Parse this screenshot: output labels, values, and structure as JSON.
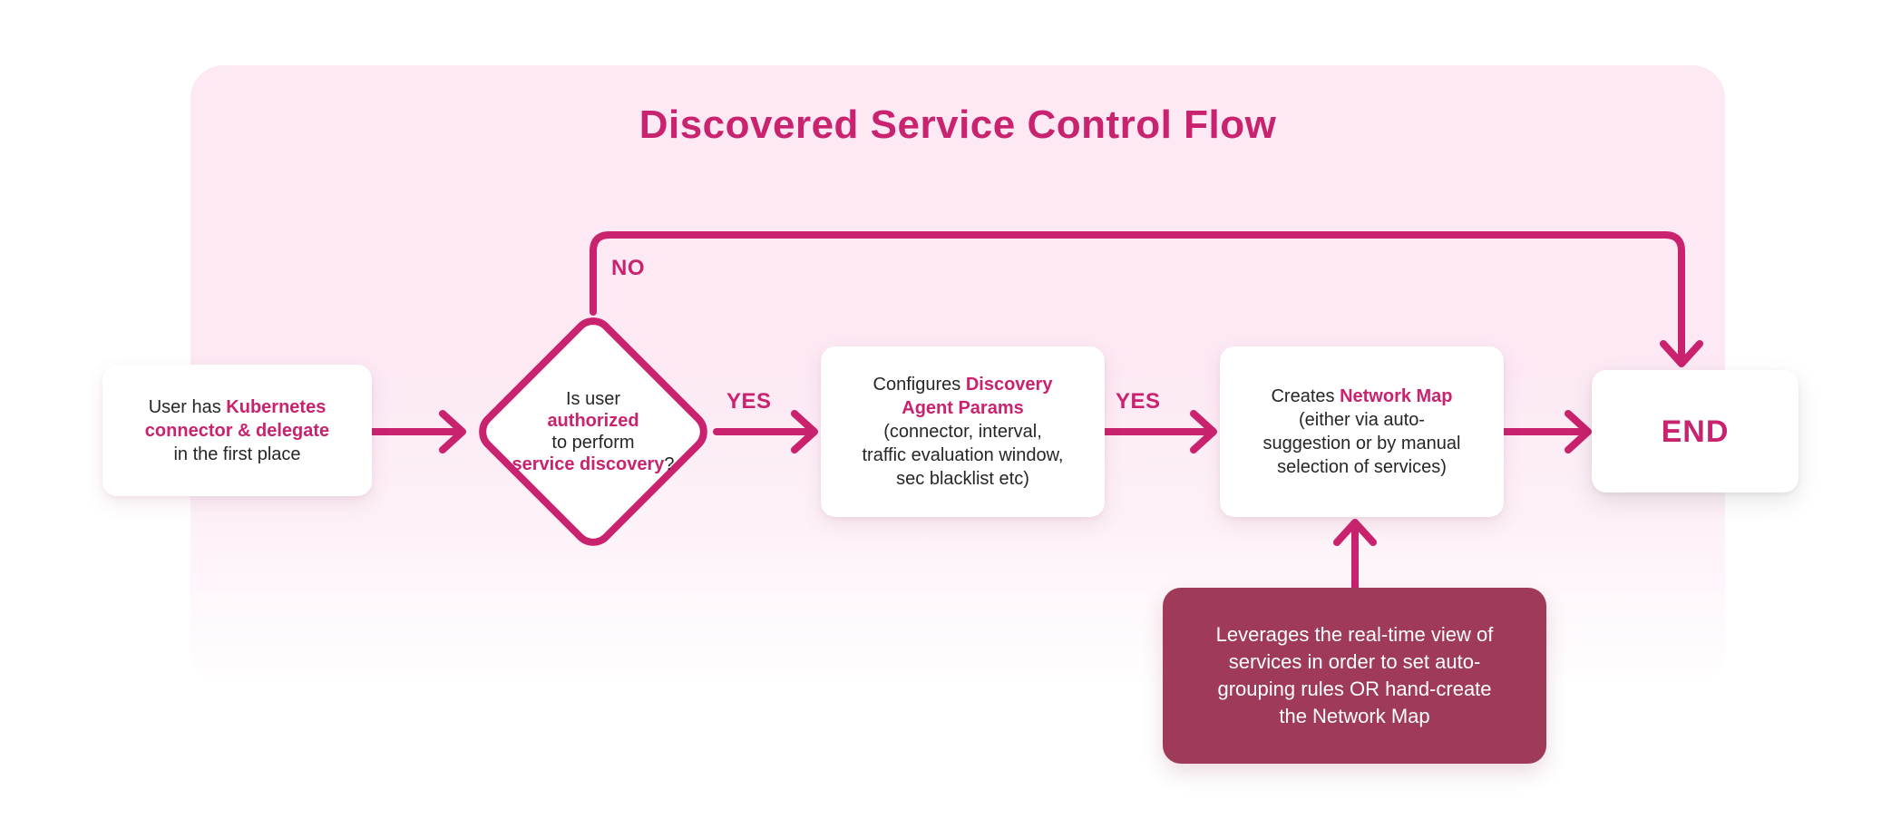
{
  "colors": {
    "accent": "#C9226E",
    "note_bg": "#9F3A59",
    "note_text": "#FFFFFF",
    "canvas_bg": "#FFFFFF",
    "panel_pink_top": "#FCE9F4",
    "panel_pink_mid": "#FDF2F8",
    "panel_pink_bottom": "#FFFEFF",
    "node_bg": "#FFFFFF",
    "text_dark": "#262626"
  },
  "title": "Discovered Service Control Flow",
  "connectors": {
    "yes_left": "YES",
    "yes_right": "YES",
    "no": "NO"
  },
  "nodes": {
    "start": {
      "lines": [
        {
          "parts": [
            {
              "t": "User has ",
              "accent": false
            },
            {
              "t": "Kubernetes",
              "accent": true
            }
          ]
        },
        {
          "parts": [
            {
              "t": "connector & delegate",
              "accent": true
            }
          ]
        },
        {
          "parts": [
            {
              "t": "in the first place",
              "accent": false
            }
          ]
        }
      ]
    },
    "decision": {
      "lines": [
        {
          "parts": [
            {
              "t": "Is user",
              "accent": false
            }
          ]
        },
        {
          "parts": [
            {
              "t": "authorized",
              "accent": true
            }
          ]
        },
        {
          "parts": [
            {
              "t": "to perform",
              "accent": false
            }
          ]
        },
        {
          "parts": [
            {
              "t": "service discovery",
              "accent": true
            },
            {
              "t": "?",
              "accent": false
            }
          ]
        }
      ]
    },
    "configure": {
      "lines": [
        {
          "parts": [
            {
              "t": "Configures ",
              "accent": false
            },
            {
              "t": "Discovery",
              "accent": true
            }
          ]
        },
        {
          "parts": [
            {
              "t": "Agent Params",
              "accent": true
            }
          ]
        },
        {
          "parts": [
            {
              "t": "(connector, interval,",
              "accent": false
            }
          ]
        },
        {
          "parts": [
            {
              "t": "traffic evaluation window,",
              "accent": false
            }
          ]
        },
        {
          "parts": [
            {
              "t": "sec blacklist etc)",
              "accent": false
            }
          ]
        }
      ]
    },
    "create_map": {
      "lines": [
        {
          "parts": [
            {
              "t": "Creates ",
              "accent": false
            },
            {
              "t": "Network Map",
              "accent": true
            }
          ]
        },
        {
          "parts": [
            {
              "t": "(either via auto-",
              "accent": false
            }
          ]
        },
        {
          "parts": [
            {
              "t": "suggestion or by manual",
              "accent": false
            }
          ]
        },
        {
          "parts": [
            {
              "t": "selection of services)",
              "accent": false
            }
          ]
        }
      ]
    },
    "end": {
      "label": "END"
    },
    "note": {
      "lines": [
        "Leverages the real-time view of",
        "services in order to set auto-",
        "grouping rules OR hand-create",
        "the Network Map"
      ]
    }
  }
}
